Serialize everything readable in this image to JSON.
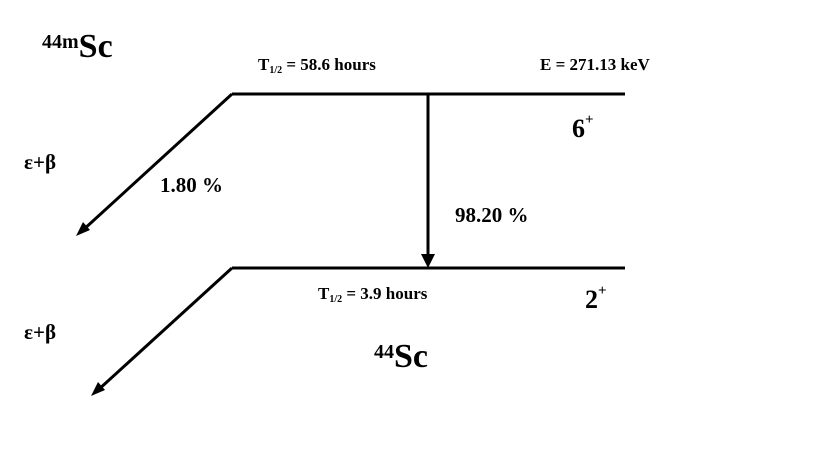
{
  "parent": {
    "mass": "44m",
    "symbol": "Sc",
    "half_life_label": "T",
    "half_life_sub": "1/2",
    "half_life_value": " = 58.6 hours",
    "energy": "E = 271.13 keV",
    "spin": "6",
    "parity": "+"
  },
  "daughter": {
    "mass": "44",
    "symbol": "Sc",
    "half_life_label": "T",
    "half_life_sub": "1/2",
    "half_life_value": " = 3.9 hours",
    "spin": "2",
    "parity": "+"
  },
  "decays": {
    "parent_ec_beta": "ε+β",
    "parent_ec_beta_pct": "1.80 %",
    "isomeric_transition_pct": "98.20 %",
    "daughter_ec_beta": "ε+β"
  },
  "colors": {
    "line": "#000000",
    "text": "#000000",
    "background": "#ffffff"
  }
}
